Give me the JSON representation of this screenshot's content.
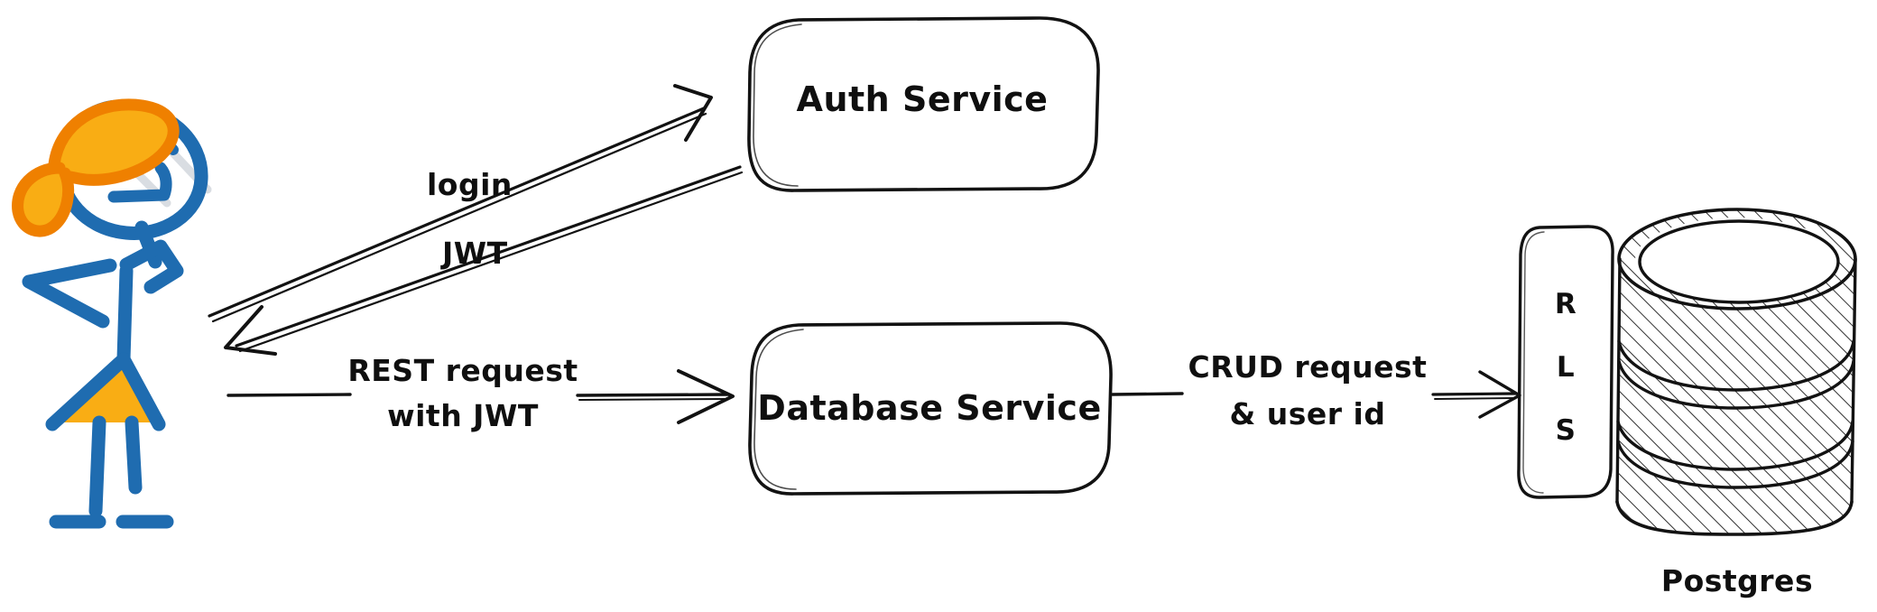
{
  "diagram": {
    "title": "Auth / Database Service architecture with Row Level Security",
    "style": "hand-drawn whiteboard sketch",
    "background_color": "#ffffff",
    "ink_color": "#121212",
    "accent_blue": "#1f6cb0",
    "accent_orange": "#ef8000",
    "accent_yellow": "#f9ad14"
  },
  "actor": {
    "name": "user-stick-figure",
    "description": "smiling stick figure with orange hat and yellow skirt",
    "hat_color": "#ef8000",
    "body_color": "#1f6cb0",
    "skirt_color": "#f9ad14"
  },
  "nodes": [
    {
      "id": "auth-service",
      "label": "Auth Service",
      "shape": "rounded-rect"
    },
    {
      "id": "database-service",
      "label": "Database Service",
      "shape": "rounded-rect"
    },
    {
      "id": "rls",
      "label": "RLS",
      "shape": "vertical-rounded-rect",
      "letters": [
        "R",
        "L",
        "S"
      ]
    },
    {
      "id": "postgres",
      "label": "Postgres",
      "shape": "database-cylinder"
    }
  ],
  "edges": [
    {
      "id": "edge-login",
      "label": "login",
      "from": "user",
      "to": "auth-service",
      "direction": "forward"
    },
    {
      "id": "edge-jwt",
      "label": "JWT",
      "from": "auth-service",
      "to": "user",
      "direction": "forward"
    },
    {
      "id": "edge-rest",
      "label": "REST request\nwith JWT",
      "label_line1": "REST request",
      "label_line2": "with JWT",
      "from": "user",
      "to": "database-service",
      "direction": "forward"
    },
    {
      "id": "edge-crud",
      "label": "CRUD request\n& user id",
      "label_line1": "CRUD request",
      "label_line2": "& user id",
      "from": "database-service",
      "to": "postgres",
      "direction": "forward"
    }
  ],
  "labels": {
    "auth_service": "Auth Service",
    "database_service": "Database Service",
    "postgres": "Postgres",
    "rls_r": "R",
    "rls_l": "L",
    "rls_s": "S",
    "login": "login",
    "jwt": "JWT",
    "rest_line1": "REST request",
    "rest_line2": "with JWT",
    "crud_line1": "CRUD request",
    "crud_line2": "& user id"
  }
}
